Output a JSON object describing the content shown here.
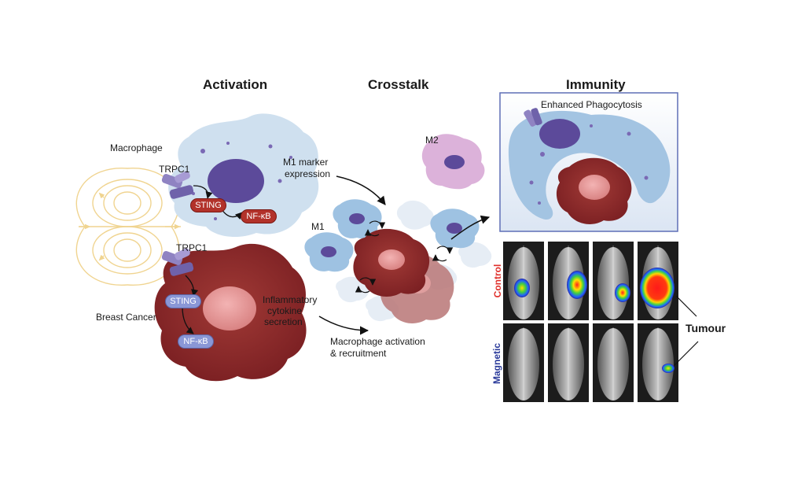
{
  "headings": {
    "activation": "Activation",
    "crosstalk": "Crosstalk",
    "immunity": "Immunity"
  },
  "activation": {
    "macrophage_label": "Macrophage",
    "trpc1_top": "TRPC1",
    "trpc1_bottom": "TRPC1",
    "sting_top": "STING",
    "nfkb_top": "NF-κB",
    "breast_cancer_label": "Breast Cancer",
    "sting_bottom": "STING",
    "nfkb_bottom": "NF-κB"
  },
  "crosstalk": {
    "m1_marker_line1": "M1 marker",
    "m1_marker_line2": "expression",
    "m2_label": "M2",
    "m1_label": "M1",
    "cytokine_line1": "Inflammatory",
    "cytokine_line2": "cytokine",
    "cytokine_line3": "secretion",
    "activation_line1": "Macrophage activation",
    "activation_line2": "& recruitment"
  },
  "immunity": {
    "phagocytosis_title": "Enhanced Phagocytosis",
    "control_label": "Control",
    "magnetic_label": "Magnetic",
    "tumour_label": "Tumour"
  },
  "colors": {
    "cancer": "#8e2b2b",
    "macrophage": "#a9c8e2",
    "m2": "#d9aed6",
    "nucleus": "#5c4a9a",
    "control_label": "#e0302b",
    "magnetic_label": "#2a3a9a",
    "field_lines": "#f2d99a"
  }
}
